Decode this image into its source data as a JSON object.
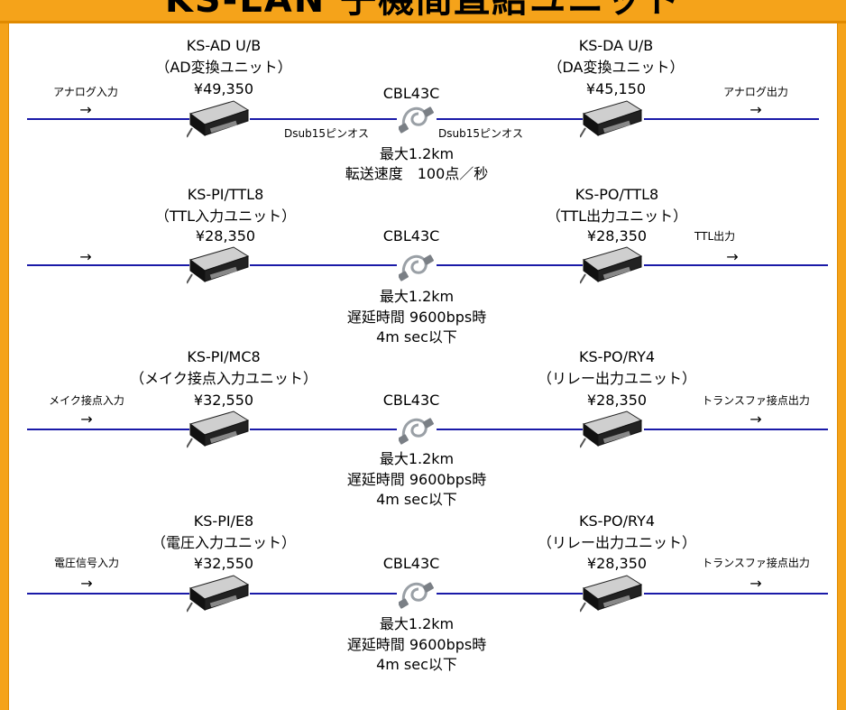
{
  "title": "KS-LAN 子機間直結ユニット",
  "colors": {
    "frame": "#f5a31a",
    "line": "#1a1aa8"
  },
  "rows": [
    {
      "in_label": "アナログ入力",
      "arrow": "→",
      "left": {
        "model": "KS-AD U/B",
        "desc": "（AD変換ユニット）",
        "price": "¥49,350"
      },
      "cable": "CBL43C",
      "connector_left": "Dsub15ピンオス",
      "connector_right": "Dsub15ピンオス",
      "notes": [
        "最大1.2km",
        "転送速度　100点／秒"
      ],
      "right": {
        "model": "KS-DA U/B",
        "desc": "（DA変換ユニット）",
        "price": "¥45,150"
      },
      "out_label": "アナログ出力",
      "out_arrow": "→"
    },
    {
      "in_label": "",
      "arrow": "→",
      "left": {
        "model": "KS-PI/TTL8",
        "desc": "（TTL入力ユニット）",
        "price": "¥28,350"
      },
      "cable": "CBL43C",
      "notes": [
        "最大1.2km",
        "遅延時間 9600bps時",
        "4m sec以下"
      ],
      "right": {
        "model": "KS-PO/TTL8",
        "desc": "（TTL出力ユニット）",
        "price": "¥28,350"
      },
      "out_label": "TTL出力",
      "out_arrow": "→"
    },
    {
      "in_label": "メイク接点入力",
      "arrow": "→",
      "left": {
        "model": "KS-PI/MC8",
        "desc": "（メイク接点入力ユニット）",
        "price": "¥32,550"
      },
      "cable": "CBL43C",
      "notes": [
        "最大1.2km",
        "遅延時間 9600bps時",
        "4m sec以下"
      ],
      "right": {
        "model": "KS-PO/RY4",
        "desc": "（リレー出力ユニット）",
        "price": "¥28,350"
      },
      "out_label": "トランスファ接点出力",
      "out_arrow": "→"
    },
    {
      "in_label": "電圧信号入力",
      "arrow": "→",
      "left": {
        "model": "KS-PI/E8",
        "desc": "（電圧入力ユニット）",
        "price": "¥32,550"
      },
      "cable": "CBL43C",
      "notes": [
        "最大1.2km",
        "遅延時間 9600bps時",
        "4m sec以下"
      ],
      "right": {
        "model": "KS-PO/RY4",
        "desc": "（リレー出力ユニット）",
        "price": "¥28,350"
      },
      "out_label": "トランスファ接点出力",
      "out_arrow": "→"
    }
  ]
}
